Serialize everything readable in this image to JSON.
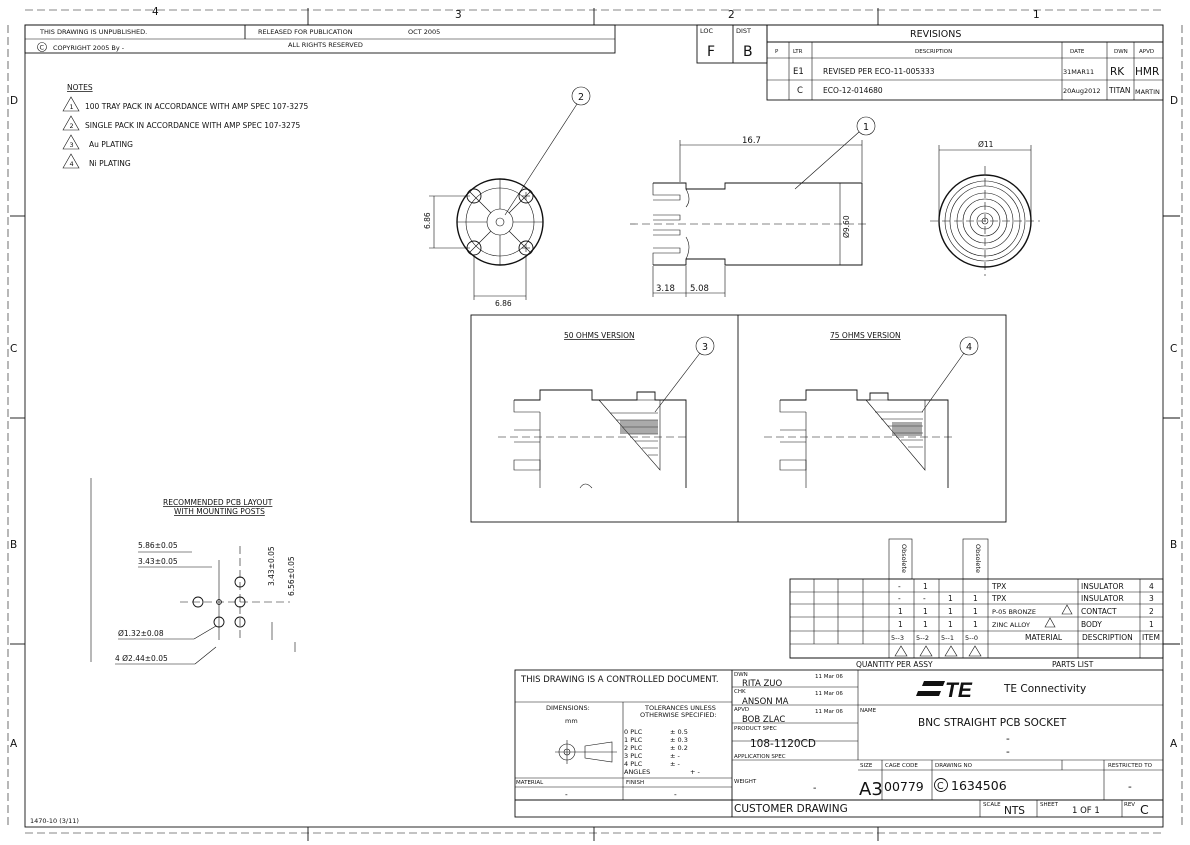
{
  "zones": {
    "top": [
      "4",
      "3",
      "2",
      "1"
    ],
    "left": [
      "D",
      "C",
      "B",
      "A"
    ],
    "right": [
      "D",
      "C",
      "B",
      "A"
    ]
  },
  "header": {
    "unpublished": "THIS DRAWING IS UNPUBLISHED.",
    "copyright": "COPYRIGHT 2005  By -",
    "released": "RELEASED FOR PUBLICATION",
    "release_date": "OCT 2005",
    "rights": "ALL RIGHTS RESERVED",
    "loc_label": "LOC",
    "loc_value": "F",
    "dist_label": "DIST",
    "dist_value": "B"
  },
  "revisions": {
    "title": "REVISIONS",
    "columns": [
      "P",
      "LTR",
      "DESCRIPTION",
      "DATE",
      "DWN",
      "APVD"
    ],
    "rows": [
      {
        "ltr": "E1",
        "desc": "REVISED PER ECO-11-005333",
        "date": "31MAR11",
        "dwn": "RK",
        "apvd": "HMR"
      },
      {
        "ltr": "C",
        "desc": "ECO-12-014680",
        "date": "20Aug2012",
        "dwn": "TITAN",
        "apvd": "MARTIN"
      }
    ]
  },
  "notes": {
    "title": "NOTES",
    "items": [
      {
        "num": "1",
        "text": "100 TRAY PACK IN ACCORDANCE WITH AMP SPEC 107-3275"
      },
      {
        "num": "2",
        "text": "SINGLE PACK IN ACCORDANCE WITH AMP SPEC 107-3275"
      },
      {
        "num": "3",
        "text": "Au PLATING"
      },
      {
        "num": "4",
        "text": "Ni PLATING"
      }
    ]
  },
  "views": {
    "front_dim_h": "6.86",
    "front_dim_v": "6.86",
    "balloon_2": "2",
    "side_dim_length": "16.7",
    "side_dim_dia": "Ø9.60",
    "side_dim_a": "3.18",
    "side_dim_b": "5.08",
    "balloon_1": "1",
    "end_dim_dia": "Ø11",
    "ohms50": "50 OHMS VERSION",
    "ohms75": "75 OHMS VERSION",
    "balloon_3": "3",
    "balloon_4": "4"
  },
  "pcb_layout": {
    "title_1": "RECOMMENDED PCB LAYOUT",
    "title_2": "WITH MOUNTING POSTS",
    "dim_1": "5.86±0.05",
    "dim_2": "3.43±0.05",
    "dim_3": "3.43±0.05",
    "dim_4": "6.56±0.05",
    "dim_5": "Ø1.32±0.08",
    "dim_6": "4  Ø2.44±0.05"
  },
  "parts_list": {
    "obsolete_label": "Obsolete",
    "rows": [
      {
        "q": [
          "",
          "",
          "",
          "",
          "-",
          "1",
          "",
          ""
        ],
        "material": "TPX",
        "desc": "INSULATOR",
        "item": "4"
      },
      {
        "q": [
          "",
          "",
          "",
          "",
          "-",
          "-",
          "1",
          "1"
        ],
        "material": "TPX",
        "desc": "INSULATOR",
        "item": "3"
      },
      {
        "q": [
          "",
          "",
          "",
          "",
          "1",
          "1",
          "1",
          "1"
        ],
        "material": "P-05 BRONZE",
        "desc": "CONTACT",
        "item": "2"
      },
      {
        "q": [
          "",
          "",
          "",
          "",
          "1",
          "1",
          "1",
          "1"
        ],
        "material": "ZINC ALLOY",
        "desc": "BODY",
        "item": "1"
      }
    ],
    "variants": [
      "5--3",
      "5--2",
      "5--1",
      "5--0"
    ],
    "material_hdr": "MATERIAL",
    "description_hdr": "DESCRIPTION",
    "item_hdr": "ITEM",
    "qty_label": "QUANTITY PER ASSY",
    "parts_label": "PARTS LIST"
  },
  "title_block": {
    "controlled": "THIS DRAWING IS A CONTROLLED DOCUMENT.",
    "dimensions": "DIMENSIONS:",
    "dim_unit": "mm",
    "tolerances_1": "TOLERANCES UNLESS",
    "tolerances_2": "OTHERWISE SPECIFIED:",
    "plc": [
      {
        "k": "0 PLC",
        "v": "± 0.5"
      },
      {
        "k": "1 PLC",
        "v": "± 0.3"
      },
      {
        "k": "2 PLC",
        "v": "± 0.2"
      },
      {
        "k": "3 PLC",
        "v": "± -"
      },
      {
        "k": "4 PLC",
        "v": "± -"
      }
    ],
    "angles": "ANGLES",
    "angles_val": "+ -",
    "material_label": "MATERIAL",
    "finish_label": "FINISH",
    "material_val": "-",
    "finish_val": "-",
    "weight_label": "WEIGHT",
    "weight_val": "-",
    "dwn_label": "DWN",
    "dwn_name": "RITA ZUO",
    "dwn_date": "11 Mar 06",
    "chk_label": "CHK",
    "chk_name": "ANSON MA",
    "chk_date": "11 Mar 06",
    "apvd_label": "APVD",
    "apvd_name": "BOB ZLAC",
    "apvd_date": "11 Mar 06",
    "product_spec_label": "PRODUCT SPEC",
    "product_spec": "108-1120CD",
    "application_spec_label": "APPLICATION SPEC",
    "company": "TE Connectivity",
    "name_label": "NAME",
    "name": "BNC STRAIGHT PCB SOCKET",
    "name_2": "-",
    "name_3": "-",
    "size_label": "SIZE",
    "size": "A3",
    "cage_label": "CAGE CODE",
    "cage": "00779",
    "drawing_no_label": "DRAWING NO",
    "drawing_no": "1634506",
    "restricted_label": "RESTRICTED TO",
    "restricted_val": "-",
    "customer_drawing": "CUSTOMER DRAWING",
    "scale_label": "SCALE",
    "scale": "NTS",
    "sheet_label": "SHEET",
    "sheet": "1 OF 1",
    "rev_label": "REV",
    "rev": "C",
    "form_no": "1470-10  (3/11)"
  }
}
